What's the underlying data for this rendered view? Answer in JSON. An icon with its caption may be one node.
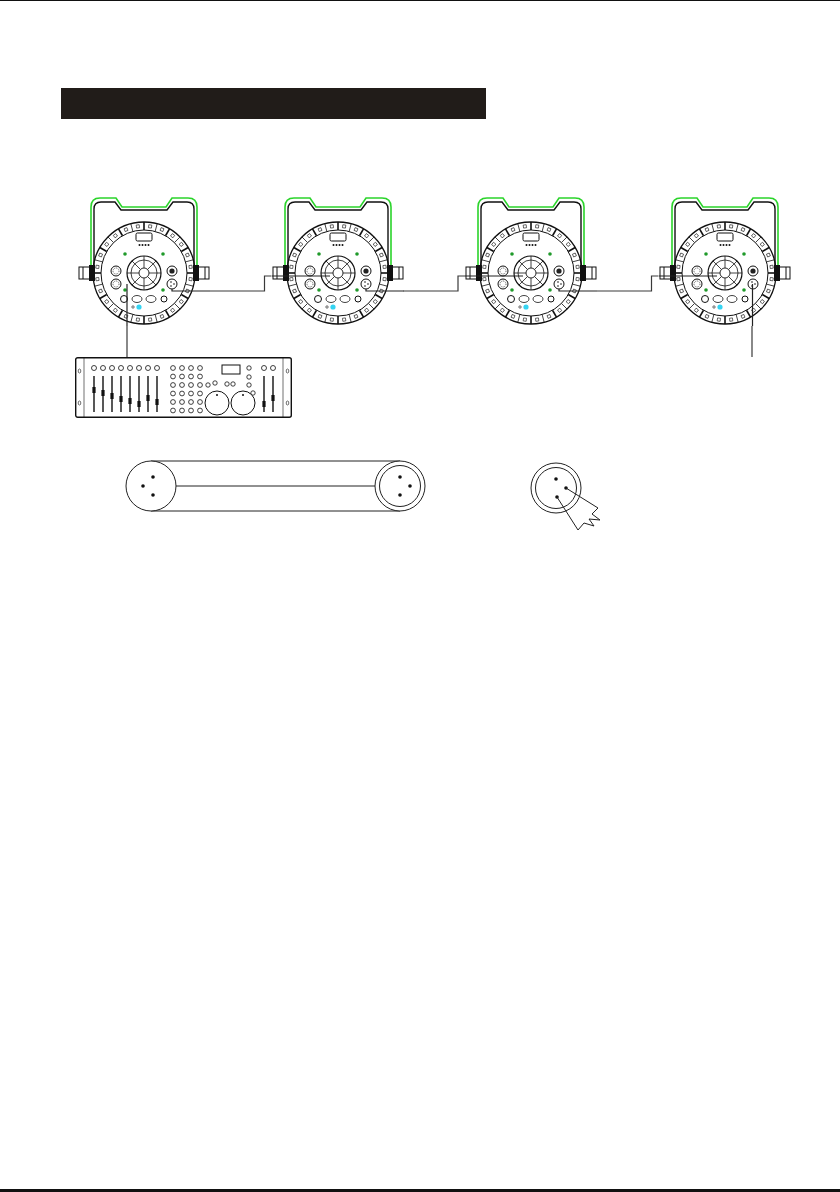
{
  "diagram": {
    "nodes": [
      {
        "text": [],
        "shape": "bar"
      },
      {
        "text": [],
        "shape": "picture"
      },
      {
        "text": [],
        "shape": "picture"
      },
      {
        "text": [],
        "shape": "picture"
      },
      {
        "text": [],
        "shape": "picture"
      },
      {
        "text": [],
        "shape": "picture"
      }
    ],
    "edges": [
      {
        "from": 5,
        "to": 1,
        "arrow": "none"
      },
      {
        "from": 1,
        "to": 2,
        "arrow": "none"
      },
      {
        "from": 2,
        "to": 3,
        "arrow": "none"
      },
      {
        "from": 3,
        "to": 4,
        "arrow": "none"
      },
      {
        "from": 4,
        "to": null,
        "arrow": "none"
      }
    ]
  }
}
